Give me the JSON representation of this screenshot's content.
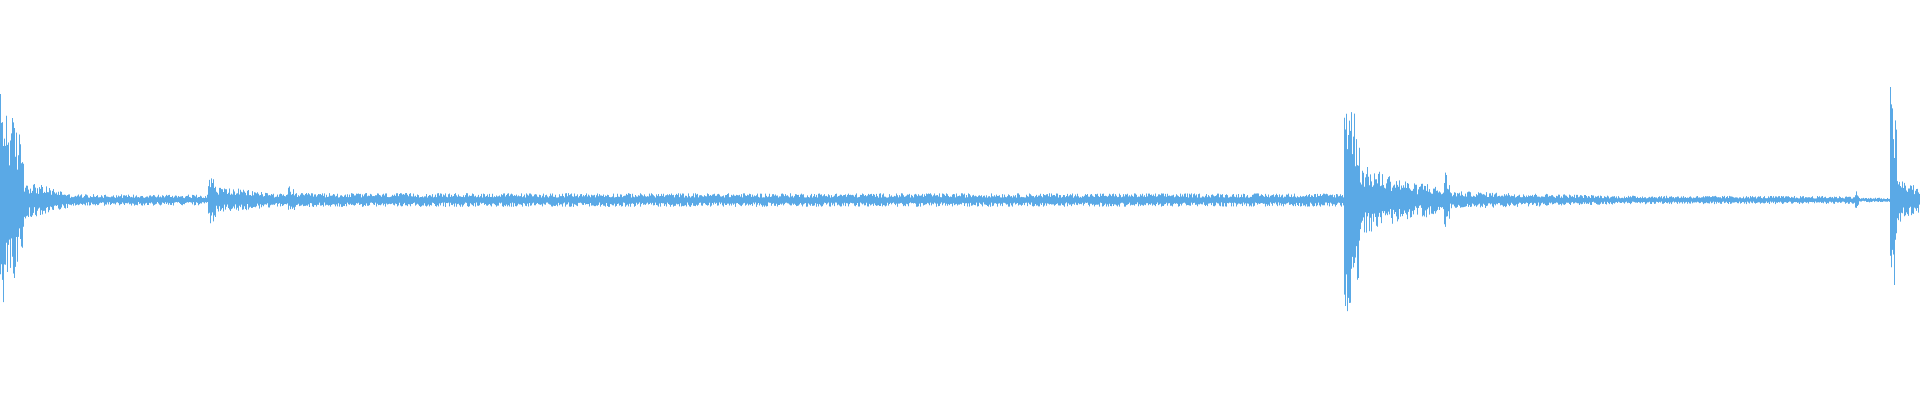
{
  "waveform": {
    "color": "#5aa9e6",
    "background": "#ffffff",
    "amplitude_scale": 1.0,
    "time_range": [
      0,
      1
    ],
    "segments": [
      {
        "start": 0.0,
        "end": 0.012,
        "amp": 0.55,
        "decay": 0.45
      },
      {
        "start": 0.012,
        "end": 0.035,
        "amp": 0.1,
        "decay": 0.6
      },
      {
        "start": 0.035,
        "end": 0.108,
        "amp": 0.03,
        "decay": 0.1
      },
      {
        "start": 0.108,
        "end": 0.112,
        "amp": 0.16,
        "decay": 0.4
      },
      {
        "start": 0.112,
        "end": 0.15,
        "amp": 0.07,
        "decay": 0.6
      },
      {
        "start": 0.15,
        "end": 0.154,
        "amp": 0.08,
        "decay": 0.4
      },
      {
        "start": 0.154,
        "end": 0.7,
        "amp": 0.035,
        "decay": 0.05
      },
      {
        "start": 0.7,
        "end": 0.708,
        "amp": 0.62,
        "decay": 0.4
      },
      {
        "start": 0.708,
        "end": 0.74,
        "amp": 0.18,
        "decay": 0.6
      },
      {
        "start": 0.74,
        "end": 0.752,
        "amp": 0.1,
        "decay": 0.5
      },
      {
        "start": 0.752,
        "end": 0.755,
        "amp": 0.16,
        "decay": 0.4
      },
      {
        "start": 0.755,
        "end": 0.84,
        "amp": 0.045,
        "decay": 0.5
      },
      {
        "start": 0.84,
        "end": 0.966,
        "amp": 0.022,
        "decay": 0.1
      },
      {
        "start": 0.966,
        "end": 0.968,
        "amp": 0.05,
        "decay": 0.3
      },
      {
        "start": 0.968,
        "end": 0.984,
        "amp": 0.012,
        "decay": 0.1
      },
      {
        "start": 0.984,
        "end": 0.988,
        "amp": 0.6,
        "decay": 0.4
      },
      {
        "start": 0.988,
        "end": 1.0,
        "amp": 0.12,
        "decay": 0.5
      }
    ]
  }
}
